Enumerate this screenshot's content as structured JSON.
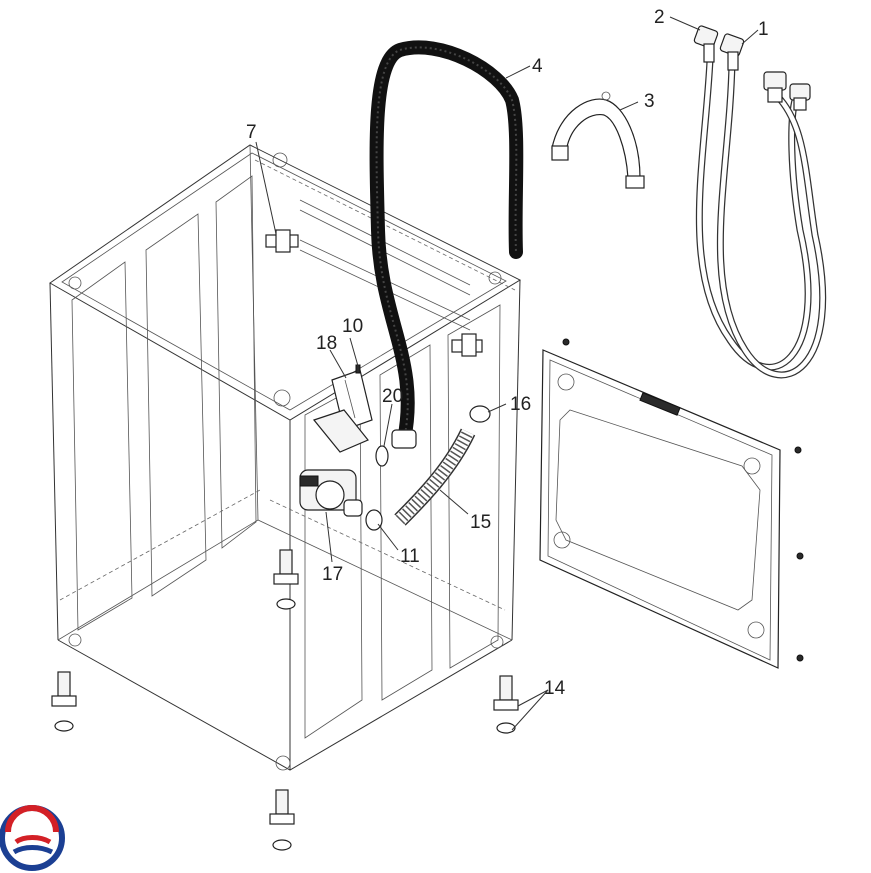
{
  "colors": {
    "logo_red": "#d32026",
    "logo_blue": "#1b3f93",
    "line": "#333333"
  },
  "parts": [
    {
      "id": "p1",
      "label": "1"
    },
    {
      "id": "p2",
      "label": "2"
    },
    {
      "id": "p3",
      "label": "3"
    },
    {
      "id": "p4",
      "label": "4"
    },
    {
      "id": "p7",
      "label": "7"
    },
    {
      "id": "p10",
      "label": "10"
    },
    {
      "id": "p11",
      "label": "11"
    },
    {
      "id": "p14",
      "label": "14"
    },
    {
      "id": "p15",
      "label": "15"
    },
    {
      "id": "p16",
      "label": "16"
    },
    {
      "id": "p17",
      "label": "17"
    },
    {
      "id": "p18",
      "label": "18"
    },
    {
      "id": "p20",
      "label": "20"
    }
  ],
  "logo": {
    "icon": "brand-logo-icon"
  }
}
